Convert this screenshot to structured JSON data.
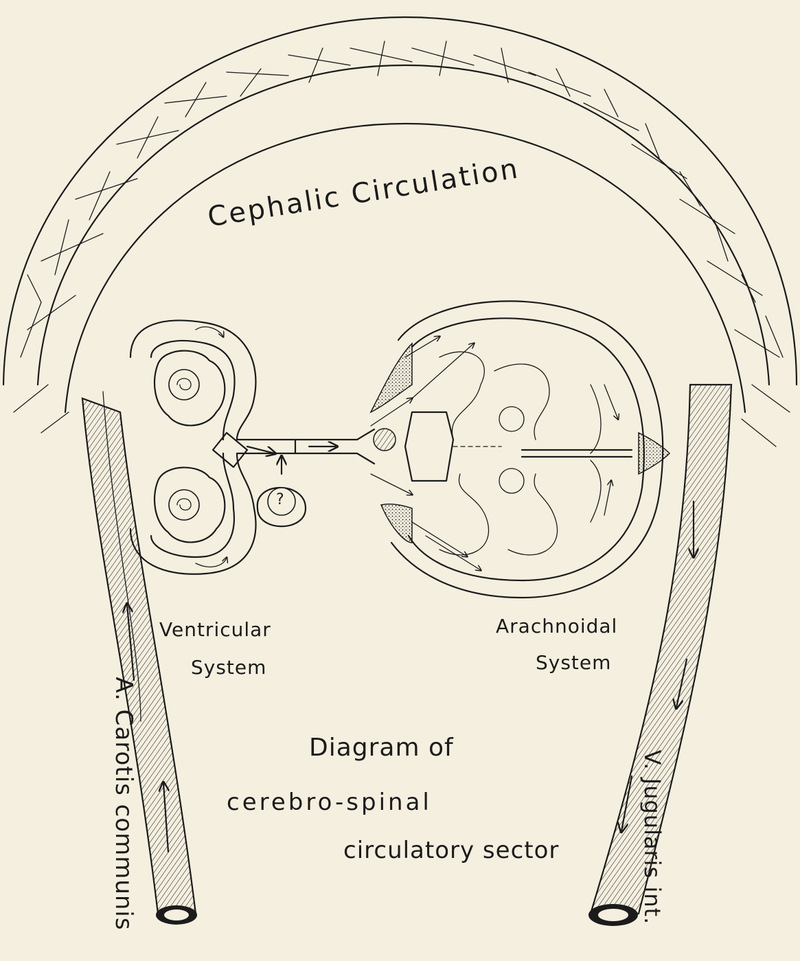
{
  "title": "Cephalic Circulation",
  "caption": {
    "line1": "Diagram of",
    "line2": "cerebro-spinal",
    "line3": "circulatory sector"
  },
  "labels": {
    "ventricular_line1": "Ventricular",
    "ventricular_line2": "System",
    "arachnoidal_line1": "Arachnoidal",
    "arachnoidal_line2": "System",
    "artery": "A. Carotis communis",
    "vein": "V. Jugularis int.",
    "question_mark": "?"
  },
  "colors": {
    "paper": "#f4efdf",
    "ink": "#1b1b1b"
  }
}
